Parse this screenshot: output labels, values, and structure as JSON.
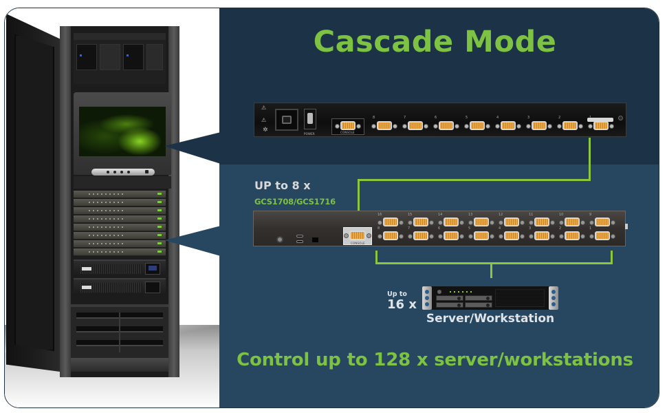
{
  "title": "Cascade Mode",
  "cascade": {
    "count_label": "UP to 8 x",
    "models": "GCS1708/GCS1716"
  },
  "servers": {
    "up_to": "Up to",
    "count": "16 x",
    "label": "Server/Workstation"
  },
  "footer": "Control up to 128 x server/workstations",
  "top_kvm": {
    "power_label": "POWER",
    "console_label": "CONSOLE",
    "port_labels": [
      "8",
      "7",
      "6",
      "5",
      "4",
      "3",
      "2",
      "1"
    ]
  },
  "cascade_kvm": {
    "console_label": "CONSOLE",
    "top_row_ports": [
      "16",
      "15",
      "14",
      "13",
      "12",
      "11",
      "10",
      "9"
    ],
    "bottom_row_ports": [
      "8",
      "7",
      "6",
      "5",
      "4",
      "3",
      "2",
      "1"
    ]
  },
  "colors": {
    "accent_green": "#7dc242",
    "connector_green": "#8cc63f",
    "navy_dark": "#1c3247",
    "navy_light": "#274660",
    "text_light": "#dfe4e8"
  }
}
